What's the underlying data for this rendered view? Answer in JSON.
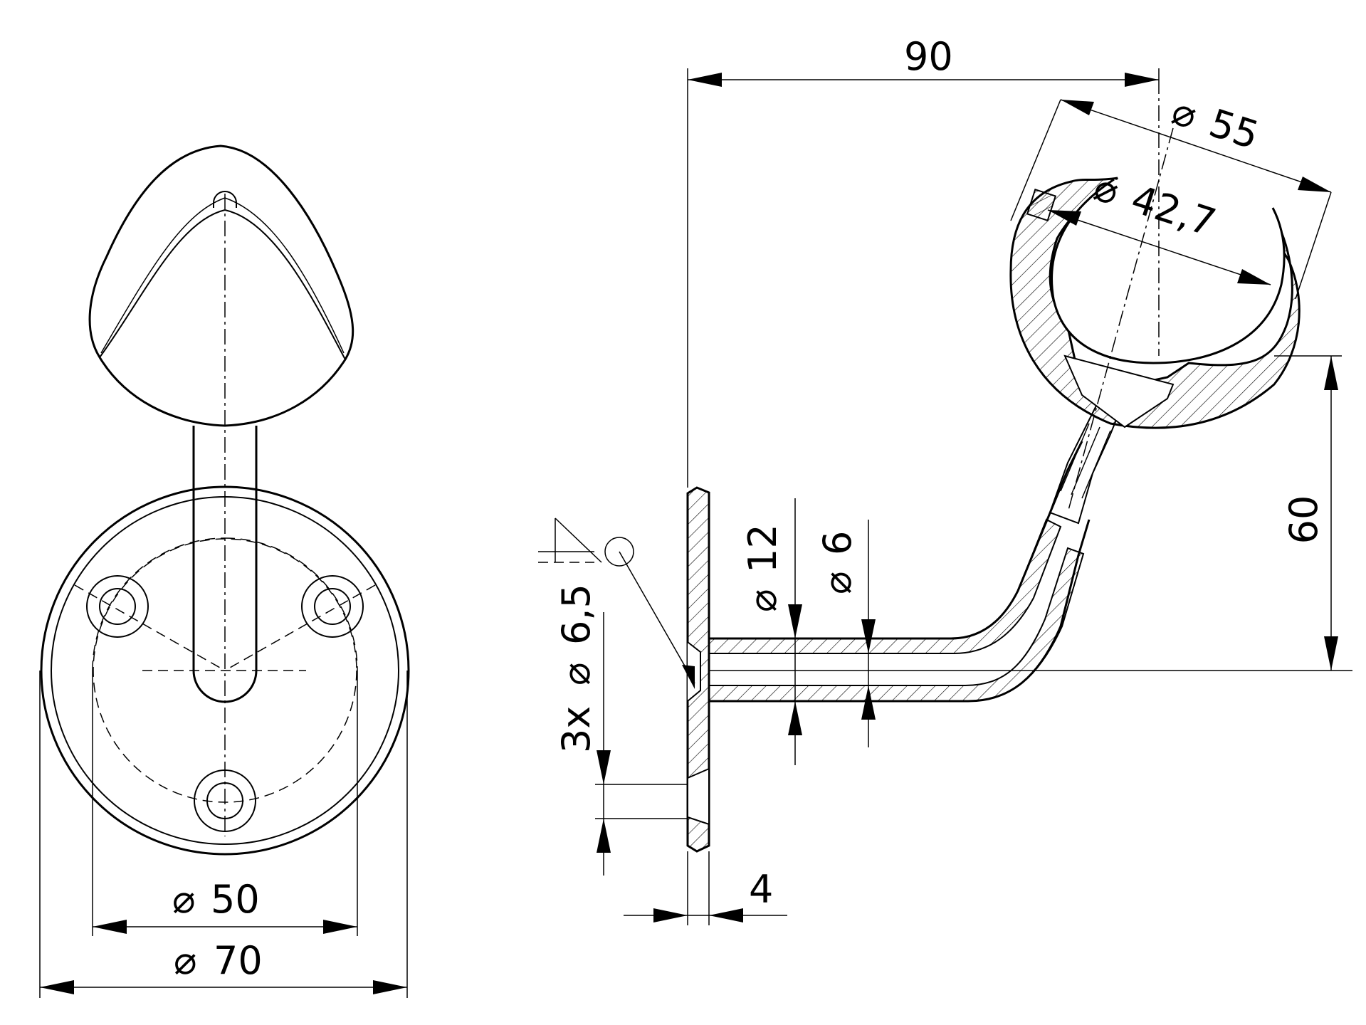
{
  "drawing": {
    "front_view": {
      "dim_inner": {
        "symbol": "⌀",
        "value": "50"
      },
      "dim_outer": {
        "symbol": "⌀",
        "value": "70"
      }
    },
    "side_view": {
      "dim_length": {
        "value": "90"
      },
      "dim_tube_outer": {
        "symbol": "⌀",
        "value": "55"
      },
      "dim_tube_inner": {
        "symbol": "⌀",
        "value": "42,7"
      },
      "dim_height": {
        "value": "60"
      },
      "dim_stem": {
        "symbol": "⌀",
        "value": "12"
      },
      "dim_bore": {
        "symbol": "⌀",
        "value": "6"
      },
      "dim_holes": {
        "prefix": "3x",
        "symbol": "⌀",
        "value": "6,5"
      },
      "dim_plate": {
        "value": "4"
      }
    }
  }
}
